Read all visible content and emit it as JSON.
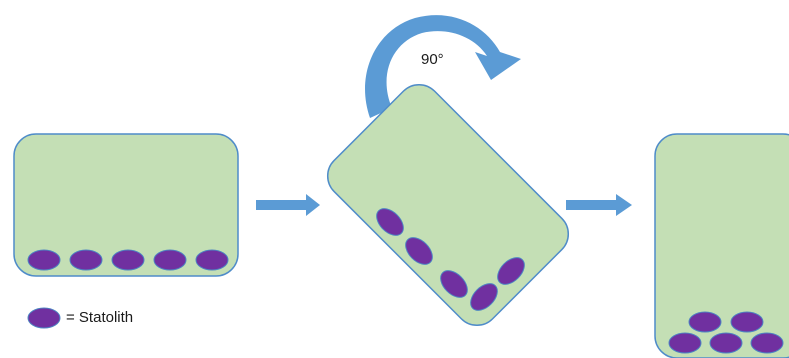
{
  "rotation_label": "90°",
  "legend": {
    "text": "= Statolith"
  },
  "colors": {
    "cell_fill": "#c4dfb5",
    "cell_stroke": "#4f8cc9",
    "statolith": "#7030a0",
    "statolith_stroke": "#4d85c2",
    "arrow": "#5b9bd5",
    "curved_arrow": "#5b9bd5"
  },
  "stages": [
    {
      "name": "upright-cell",
      "statoliths": 5
    },
    {
      "name": "rotating-cell",
      "statoliths": 5
    },
    {
      "name": "rotated-cell",
      "statoliths": 5
    }
  ]
}
